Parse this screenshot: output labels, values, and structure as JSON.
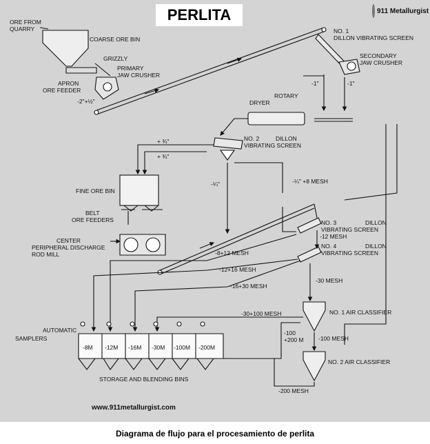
{
  "title": "PERLITA",
  "logo": {
    "text": "911 Metallurgist"
  },
  "site_url": "www.911metallurgist.com",
  "caption": "Diagrama de flujo para el procesamiento de perlita",
  "labels": {
    "ore_from_quarry_1": "ORE FROM",
    "ore_from_quarry_2": "QUARRY",
    "coarse_ore_bin": "COARSE ORE BIN",
    "grizzly": "GRIZZLY",
    "primary_jaw_crusher_1": "PRIMARY",
    "primary_jaw_crusher_2": "JAW CRUSHER",
    "apron_ore_feeder_1": "APRON",
    "apron_ore_feeder_2": "ORE FEEDER",
    "size_2": "-2\"+½\"",
    "screen1_1": "NO. 1",
    "screen1_2": "DILLON VIBRATING SCREEN",
    "secondary_jaw_crusher_1": "SECONDARY",
    "secondary_jaw_crusher_2": "JAW CRUSHER",
    "minus1_a": "-1\"",
    "minus1_b": "-1\"",
    "rotary": "ROTARY",
    "dryer": "DRYER",
    "screen2_1": "NO. 2",
    "screen2_2": "DILLON",
    "screen2_3": "VIBRATING SCREEN",
    "plus34_a": "+ ¾\"",
    "plus34_b": "+ ¾\"",
    "minus14": "-¼\"",
    "minus14_plus8": "-¼\" +8 MESH",
    "fine_ore_bin": "FINE ORE BIN",
    "belt_ore_feeders_1": "BELT",
    "belt_ore_feeders_2": "ORE FEEDERS",
    "rod_mill_1": "CENTER",
    "rod_mill_2": "PERIPHERAL DISCHARGE",
    "rod_mill_3": "ROD MILL",
    "screen3_1": "NO. 3",
    "screen3_2": "DILLON",
    "screen3_3": "VIBRATING SCREEN",
    "minus12_mesh": "-12 MESH",
    "screen4_1": "NO. 4",
    "screen4_2": "DILLON",
    "screen4_3": "VIBRATING SCREEN",
    "m8_12": "-8+12 MESH",
    "m12_16": "-12+16 MESH",
    "m16_30": "-16+30 MESH",
    "m30": "-30 MESH",
    "air_classifier_1": "NO. 1 AIR CLASSIFIER",
    "m30_100": "-30+100 MESH",
    "m100": "-100",
    "p200": "+200 M",
    "m100_mesh": "-100 MESH",
    "air_classifier_2": "NO. 2 AIR CLASSIFIER",
    "m200": "-200 MESH",
    "samplers_1": "AUTOMATIC",
    "samplers_2": "SAMPLERS",
    "storage_bins": "STORAGE AND BLENDING BINS"
  },
  "bins": [
    "-8M",
    "-12M",
    "-16M",
    "-30M",
    "-100M",
    "-200M"
  ]
}
